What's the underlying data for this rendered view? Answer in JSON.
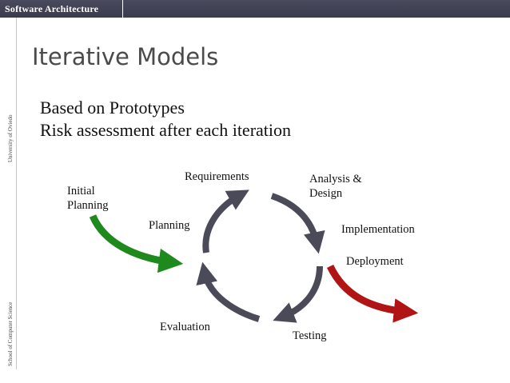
{
  "header": {
    "course": "Software Architecture"
  },
  "sidebar": {
    "university": "University of Oviedo",
    "school": "School of Computer Science"
  },
  "slide": {
    "title": "Iterative Models",
    "bullets": [
      "Based on Prototypes",
      "Risk assessment after each iteration"
    ]
  },
  "diagram": {
    "labels": {
      "initial_line1": "Initial",
      "initial_line2": "Planning",
      "requirements": "Requirements",
      "analysis_line1": "Analysis &",
      "analysis_line2": "Design",
      "planning": "Planning",
      "implementation": "Implementation",
      "deployment": "Deployment",
      "evaluation": "Evaluation",
      "testing": "Testing"
    },
    "colors": {
      "cycle": "#4a4a58",
      "entry": "#1e8a1e",
      "exit": "#b01414"
    }
  }
}
